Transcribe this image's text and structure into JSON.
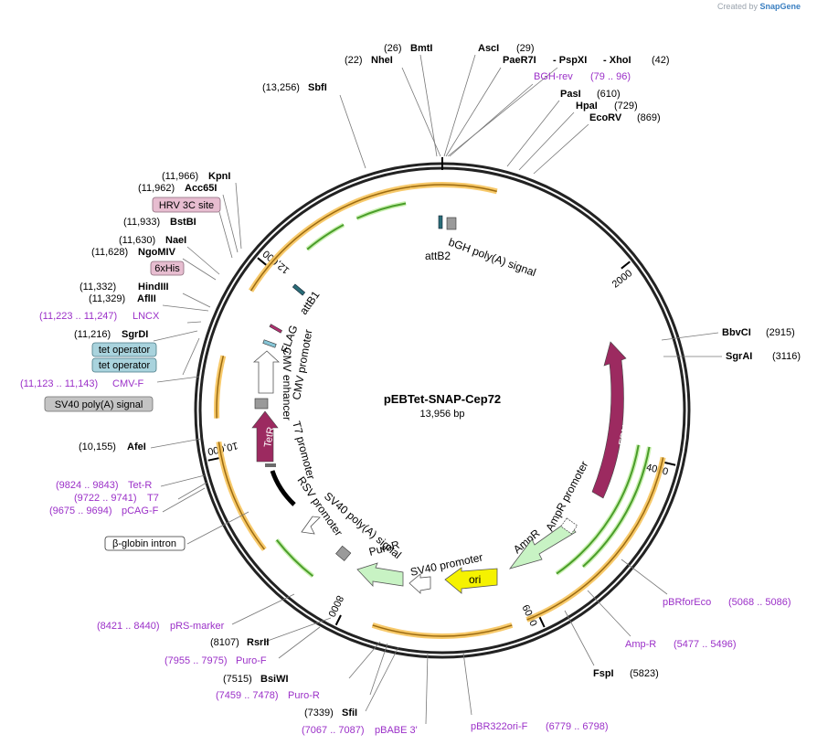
{
  "credit": {
    "prefix": "Created by",
    "brand": "SnapGene"
  },
  "plasmid": {
    "name": "pEBTet-SNAP-Cep72",
    "length": "13,956 bp"
  },
  "ticks": [
    "2000",
    "4000",
    "6000",
    "8000",
    "10,000",
    "12,000"
  ],
  "sites": [
    {
      "name": "BmtI",
      "pos": "(26)"
    },
    {
      "name": "AscI",
      "pos": "(29)"
    },
    {
      "name": "NheI",
      "pos": "(22)"
    },
    {
      "name": "PaeR7I",
      "pos": ""
    },
    {
      "name": "PspXI",
      "pos": ""
    },
    {
      "name": "XhoI",
      "pos": "(42)"
    },
    {
      "name": "SbfI",
      "pos": "(13,256)"
    },
    {
      "name": "PasI",
      "pos": "(610)"
    },
    {
      "name": "HpaI",
      "pos": "(729)"
    },
    {
      "name": "EcoRV",
      "pos": "(869)"
    },
    {
      "name": "KpnI",
      "pos": "(11,966)"
    },
    {
      "name": "Acc65I",
      "pos": "(11,962)"
    },
    {
      "name": "BstBI",
      "pos": "(11,933)"
    },
    {
      "name": "NaeI",
      "pos": "(11,630)"
    },
    {
      "name": "NgoMIV",
      "pos": "(11,628)"
    },
    {
      "name": "HindIII",
      "pos": "(11,332)"
    },
    {
      "name": "AflII",
      "pos": "(11,329)"
    },
    {
      "name": "SgrDI",
      "pos": "(11,216)"
    },
    {
      "name": "AfeI",
      "pos": "(10,155)"
    },
    {
      "name": "BbvCI",
      "pos": "(2915)"
    },
    {
      "name": "SgrAI",
      "pos": "(3116)"
    },
    {
      "name": "FspI",
      "pos": "(5823)"
    },
    {
      "name": "RsrII",
      "pos": "(8107)"
    },
    {
      "name": "BsiWI",
      "pos": "(7515)"
    },
    {
      "name": "SfiI",
      "pos": "(7339)"
    }
  ],
  "primers": [
    {
      "name": "BGH-rev",
      "range": "(79 .. 96)"
    },
    {
      "name": "LNCX",
      "range": "(11,223 .. 11,247)"
    },
    {
      "name": "CMV-F",
      "range": "(11,123 .. 11,143)"
    },
    {
      "name": "Tet-R",
      "range": "(9824 .. 9843)"
    },
    {
      "name": "T7",
      "range": "(9722 .. 9741)"
    },
    {
      "name": "pCAG-F",
      "range": "(9675 .. 9694)"
    },
    {
      "name": "pRS-marker",
      "range": "(8421 .. 8440)"
    },
    {
      "name": "Puro-F",
      "range": "(7955 .. 7975)"
    },
    {
      "name": "Puro-R",
      "range": "(7459 .. 7478)"
    },
    {
      "name": "pBABE 3'",
      "range": "(7067 .. 7087)"
    },
    {
      "name": "pBR322ori-F",
      "range": "(6779 .. 6798)"
    },
    {
      "name": "Amp-R",
      "range": "(5477 .. 5496)"
    },
    {
      "name": "pBRforEco",
      "range": "(5068 .. 5086)"
    }
  ],
  "boxed": {
    "hrv": "HRV 3C site",
    "his": "6xHis",
    "tetop1": "tet operator",
    "tetop2": "tet operator",
    "sv40polyA": "SV40 poly(A) signal",
    "bglobin": "β-globin intron"
  },
  "features": {
    "attB2": "attB2",
    "bgh": "bGH poly(A) signal",
    "attB1": "attB1",
    "flag": "FLAG",
    "cmvpromoter": "CMV promoter",
    "cmvenhancer": "CMV enhancer",
    "tetr": "TetR",
    "t7promoter": "T7 promoter",
    "rsvpromoter": "RSV promoter",
    "sv40polyA": "SV40 poly(A) signal",
    "puror": "PuroR",
    "sv40promoter": "SV40 promoter",
    "ori": "ori",
    "ampr": "AmpR",
    "amprpromoter": "AmpR promoter",
    "ebna1": "EBNA1"
  },
  "colors": {
    "backbone": "#222222",
    "enzyme": "#000000",
    "primer": "#9b30c8",
    "orf": "#9c2a60",
    "marker": "#c8f3c4",
    "ori": "#f5f200",
    "orange": "#f6c35a",
    "green": "#4a9d2a",
    "tet": "#a9d3dd",
    "hrv": "#e7bdd0"
  }
}
